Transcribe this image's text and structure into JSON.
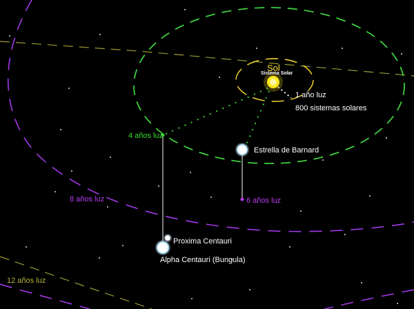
{
  "colors": {
    "background": "#000000",
    "ring_1ly": "#ffe033",
    "ring_4ly": "#3ecf3e",
    "ring_6ly": "#a238e8",
    "ring_12ly": "#9a9a33",
    "sun": "#ffe81a",
    "star_glow": "#bfe8ff",
    "text": "#ffffff",
    "green_label": "#33dd33",
    "purple_label": "#b83cf0",
    "olive_label": "#b4b43c"
  },
  "labels": {
    "sun_name": "Sol",
    "solar_system": "Sistema Solar",
    "ring_1": "1 año luz",
    "ring_1_sub": "800 sistemas solares",
    "ring_4": "4 años luz",
    "ring_6": "6 años luz",
    "ring_8": "8 años luz",
    "ring_12": "12 años luz",
    "barnard": "Estrella de Barnard",
    "proxima": "Proxima Centauri",
    "alpha": "Alpha Centauri (Bungula)"
  },
  "icons": {
    "sun": "sun-icon",
    "star": "star-icon"
  }
}
